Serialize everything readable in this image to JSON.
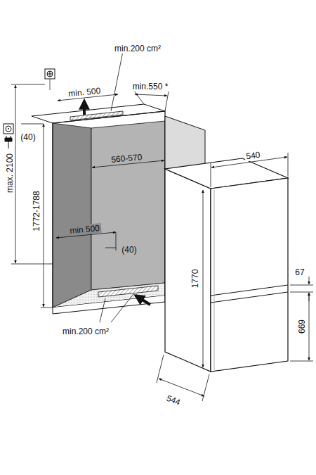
{
  "diagram": {
    "labels": [
      "min.200 cm²",
      "min. 500",
      "min.550 *",
      "max. 2100",
      "(40)",
      "560-570",
      "540",
      "1772-1788",
      "min 500",
      "(40)",
      "67",
      "1770",
      "669",
      "min.200 cm²",
      "544"
    ]
  }
}
